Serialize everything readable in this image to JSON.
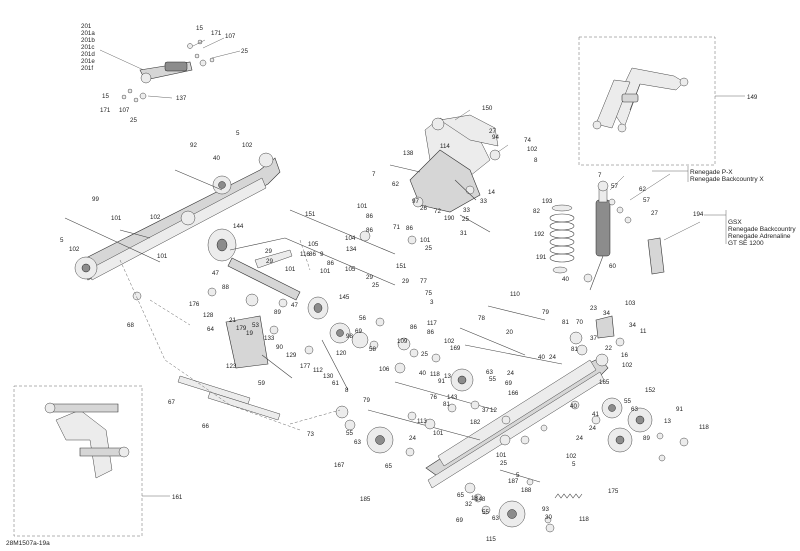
{
  "document_id": "28M1507a-19a",
  "model_notes": {
    "callout_190": [
      "Renegade P-X",
      "Renegade Backcountry X"
    ],
    "callout_194": [
      "GSX",
      "Renegade Backcountry",
      "Renegade Adrenaline",
      "GT SE 1200"
    ]
  },
  "callouts": [
    {
      "id": "c1",
      "text": "201"
    },
    {
      "id": "c2",
      "text": "201a"
    },
    {
      "id": "c3",
      "text": "201b"
    },
    {
      "id": "c4",
      "text": "201c"
    },
    {
      "id": "c5",
      "text": "201d"
    },
    {
      "id": "c6",
      "text": "201e"
    },
    {
      "id": "c7",
      "text": "201f"
    },
    {
      "id": "c8",
      "text": "15"
    },
    {
      "id": "c9",
      "text": "171"
    },
    {
      "id": "c10",
      "text": "107"
    },
    {
      "id": "c11",
      "text": "25"
    },
    {
      "id": "c12",
      "text": "15"
    },
    {
      "id": "c13",
      "text": "171"
    },
    {
      "id": "c14",
      "text": "107"
    },
    {
      "id": "c15",
      "text": "137"
    },
    {
      "id": "c16",
      "text": "25"
    },
    {
      "id": "c17",
      "text": "149"
    },
    {
      "id": "c18",
      "text": "150"
    },
    {
      "id": "c19",
      "text": "114"
    },
    {
      "id": "c20",
      "text": "27"
    },
    {
      "id": "c21",
      "text": "94"
    },
    {
      "id": "c22",
      "text": "74"
    },
    {
      "id": "c23",
      "text": "102"
    },
    {
      "id": "c24",
      "text": "8"
    },
    {
      "id": "c25",
      "text": "138"
    },
    {
      "id": "c26",
      "text": "7"
    },
    {
      "id": "c27",
      "text": "62"
    },
    {
      "id": "c28",
      "text": "14"
    },
    {
      "id": "c29",
      "text": "33"
    },
    {
      "id": "c30",
      "text": "92"
    },
    {
      "id": "c31",
      "text": "40"
    },
    {
      "id": "c32",
      "text": "5"
    },
    {
      "id": "c33",
      "text": "102"
    },
    {
      "id": "c34",
      "text": "99"
    },
    {
      "id": "c35",
      "text": "101"
    },
    {
      "id": "c36",
      "text": "102"
    },
    {
      "id": "c37",
      "text": "5"
    },
    {
      "id": "c38",
      "text": "102"
    },
    {
      "id": "c39",
      "text": "101"
    },
    {
      "id": "c40",
      "text": "68"
    },
    {
      "id": "c41",
      "text": "151"
    },
    {
      "id": "c42",
      "text": "101"
    },
    {
      "id": "c43",
      "text": "86"
    },
    {
      "id": "c44",
      "text": "104"
    },
    {
      "id": "c45",
      "text": "86"
    },
    {
      "id": "c46",
      "text": "71"
    },
    {
      "id": "c47",
      "text": "86"
    },
    {
      "id": "c48",
      "text": "97"
    },
    {
      "id": "c49",
      "text": "26"
    },
    {
      "id": "c50",
      "text": "72"
    },
    {
      "id": "c51",
      "text": "190"
    },
    {
      "id": "c52",
      "text": "25"
    },
    {
      "id": "c53",
      "text": "33"
    },
    {
      "id": "c54",
      "text": "31"
    },
    {
      "id": "c55",
      "text": "144"
    },
    {
      "id": "c56",
      "text": "105"
    },
    {
      "id": "c57",
      "text": "134"
    },
    {
      "id": "c58",
      "text": "86"
    },
    {
      "id": "c59",
      "text": "9"
    },
    {
      "id": "c60",
      "text": "101"
    },
    {
      "id": "c61",
      "text": "25"
    },
    {
      "id": "c62",
      "text": "29"
    },
    {
      "id": "c63",
      "text": "29"
    },
    {
      "id": "c64",
      "text": "47"
    },
    {
      "id": "c65",
      "text": "101"
    },
    {
      "id": "c66",
      "text": "116"
    },
    {
      "id": "c67",
      "text": "86"
    },
    {
      "id": "c68",
      "text": "151"
    },
    {
      "id": "c69",
      "text": "101"
    },
    {
      "id": "c70",
      "text": "105"
    },
    {
      "id": "c71",
      "text": "29"
    },
    {
      "id": "c72",
      "text": "25"
    },
    {
      "id": "c73",
      "text": "29"
    },
    {
      "id": "c74",
      "text": "77"
    },
    {
      "id": "c75",
      "text": "176"
    },
    {
      "id": "c76",
      "text": "88"
    },
    {
      "id": "c77",
      "text": "145"
    },
    {
      "id": "c78",
      "text": "47"
    },
    {
      "id": "c79",
      "text": "75"
    },
    {
      "id": "c80",
      "text": "3"
    },
    {
      "id": "c81",
      "text": "128"
    },
    {
      "id": "c82",
      "text": "89"
    },
    {
      "id": "c83",
      "text": "21"
    },
    {
      "id": "c84",
      "text": "53"
    },
    {
      "id": "c85",
      "text": "64"
    },
    {
      "id": "c86",
      "text": "179"
    },
    {
      "id": "c87",
      "text": "19"
    },
    {
      "id": "c88",
      "text": "133"
    },
    {
      "id": "c89",
      "text": "90"
    },
    {
      "id": "c90",
      "text": "123"
    },
    {
      "id": "c91",
      "text": "129"
    },
    {
      "id": "c92",
      "text": "177"
    },
    {
      "id": "c93",
      "text": "112"
    },
    {
      "id": "c94",
      "text": "120"
    },
    {
      "id": "c95",
      "text": "130"
    },
    {
      "id": "c96",
      "text": "61"
    },
    {
      "id": "c97",
      "text": "59"
    },
    {
      "id": "c98",
      "text": "8"
    },
    {
      "id": "c99",
      "text": "56"
    },
    {
      "id": "c100",
      "text": "98"
    },
    {
      "id": "c101",
      "text": "69"
    },
    {
      "id": "c102",
      "text": "58"
    },
    {
      "id": "c103",
      "text": "106"
    },
    {
      "id": "c104",
      "text": "86"
    },
    {
      "id": "c105",
      "text": "117"
    },
    {
      "id": "c106",
      "text": "86"
    },
    {
      "id": "c107",
      "text": "109"
    },
    {
      "id": "c108",
      "text": "25"
    },
    {
      "id": "c109",
      "text": "102"
    },
    {
      "id": "c110",
      "text": "169"
    },
    {
      "id": "c111",
      "text": "40"
    },
    {
      "id": "c112",
      "text": "118"
    },
    {
      "id": "c113",
      "text": "110"
    },
    {
      "id": "c114",
      "text": "78"
    },
    {
      "id": "c115",
      "text": "79"
    },
    {
      "id": "c116",
      "text": "20"
    },
    {
      "id": "c117",
      "text": "40"
    },
    {
      "id": "c118",
      "text": "24"
    },
    {
      "id": "c119",
      "text": "193"
    },
    {
      "id": "c120",
      "text": "82"
    },
    {
      "id": "c121",
      "text": "192"
    },
    {
      "id": "c122",
      "text": "191"
    },
    {
      "id": "c123",
      "text": "7"
    },
    {
      "id": "c124",
      "text": "57"
    },
    {
      "id": "c125",
      "text": "62"
    },
    {
      "id": "c126",
      "text": "57"
    },
    {
      "id": "c127",
      "text": "27"
    },
    {
      "id": "c128",
      "text": "194"
    },
    {
      "id": "c129",
      "text": "40"
    },
    {
      "id": "c130",
      "text": "60"
    },
    {
      "id": "c131",
      "text": "23"
    },
    {
      "id": "c132",
      "text": "103"
    },
    {
      "id": "c133",
      "text": "81"
    },
    {
      "id": "c134",
      "text": "70"
    },
    {
      "id": "c135",
      "text": "34"
    },
    {
      "id": "c136",
      "text": "37"
    },
    {
      "id": "c137",
      "text": "34"
    },
    {
      "id": "c138",
      "text": "11"
    },
    {
      "id": "c139",
      "text": "81"
    },
    {
      "id": "c140",
      "text": "22"
    },
    {
      "id": "c141",
      "text": "16"
    },
    {
      "id": "c142",
      "text": "102"
    },
    {
      "id": "c143",
      "text": "13"
    },
    {
      "id": "c144",
      "text": "91"
    },
    {
      "id": "c145",
      "text": "63"
    },
    {
      "id": "c146",
      "text": "55"
    },
    {
      "id": "c147",
      "text": "24"
    },
    {
      "id": "c148",
      "text": "69"
    },
    {
      "id": "c149",
      "text": "166"
    },
    {
      "id": "c150",
      "text": "165"
    },
    {
      "id": "c151",
      "text": "152"
    },
    {
      "id": "c152",
      "text": "55"
    },
    {
      "id": "c153",
      "text": "63"
    },
    {
      "id": "c154",
      "text": "40"
    },
    {
      "id": "c155",
      "text": "41"
    },
    {
      "id": "c156",
      "text": "24"
    },
    {
      "id": "c157",
      "text": "89"
    },
    {
      "id": "c158",
      "text": "91"
    },
    {
      "id": "c159",
      "text": "13"
    },
    {
      "id": "c160",
      "text": "118"
    },
    {
      "id": "c161",
      "text": "73"
    },
    {
      "id": "c162",
      "text": "79"
    },
    {
      "id": "c163",
      "text": "76"
    },
    {
      "id": "c164",
      "text": "81"
    },
    {
      "id": "c165",
      "text": "143"
    },
    {
      "id": "c166",
      "text": "37"
    },
    {
      "id": "c167",
      "text": "12"
    },
    {
      "id": "c168",
      "text": "113"
    },
    {
      "id": "c169",
      "text": "182"
    },
    {
      "id": "c170",
      "text": "101"
    },
    {
      "id": "c171",
      "text": "55"
    },
    {
      "id": "c172",
      "text": "63"
    },
    {
      "id": "c173",
      "text": "24"
    },
    {
      "id": "c174",
      "text": "24"
    },
    {
      "id": "c175",
      "text": "167"
    },
    {
      "id": "c176",
      "text": "65"
    },
    {
      "id": "c177",
      "text": "101"
    },
    {
      "id": "c178",
      "text": "25"
    },
    {
      "id": "c179",
      "text": "5"
    },
    {
      "id": "c180",
      "text": "102"
    },
    {
      "id": "c181",
      "text": "5"
    },
    {
      "id": "c182",
      "text": "187"
    },
    {
      "id": "c183",
      "text": "188"
    },
    {
      "id": "c184",
      "text": "175"
    },
    {
      "id": "c185",
      "text": "65"
    },
    {
      "id": "c186",
      "text": "148"
    },
    {
      "id": "c187",
      "text": "32"
    },
    {
      "id": "c188",
      "text": "18"
    },
    {
      "id": "c189",
      "text": "69"
    },
    {
      "id": "c190",
      "text": "55"
    },
    {
      "id": "c191",
      "text": "63"
    },
    {
      "id": "c192",
      "text": "93"
    },
    {
      "id": "c193",
      "text": "30"
    },
    {
      "id": "c194",
      "text": "118"
    },
    {
      "id": "c195",
      "text": "115"
    },
    {
      "id": "c196",
      "text": "185"
    },
    {
      "id": "c197",
      "text": "67"
    },
    {
      "id": "c198",
      "text": "66"
    },
    {
      "id": "c199",
      "text": "161"
    }
  ]
}
